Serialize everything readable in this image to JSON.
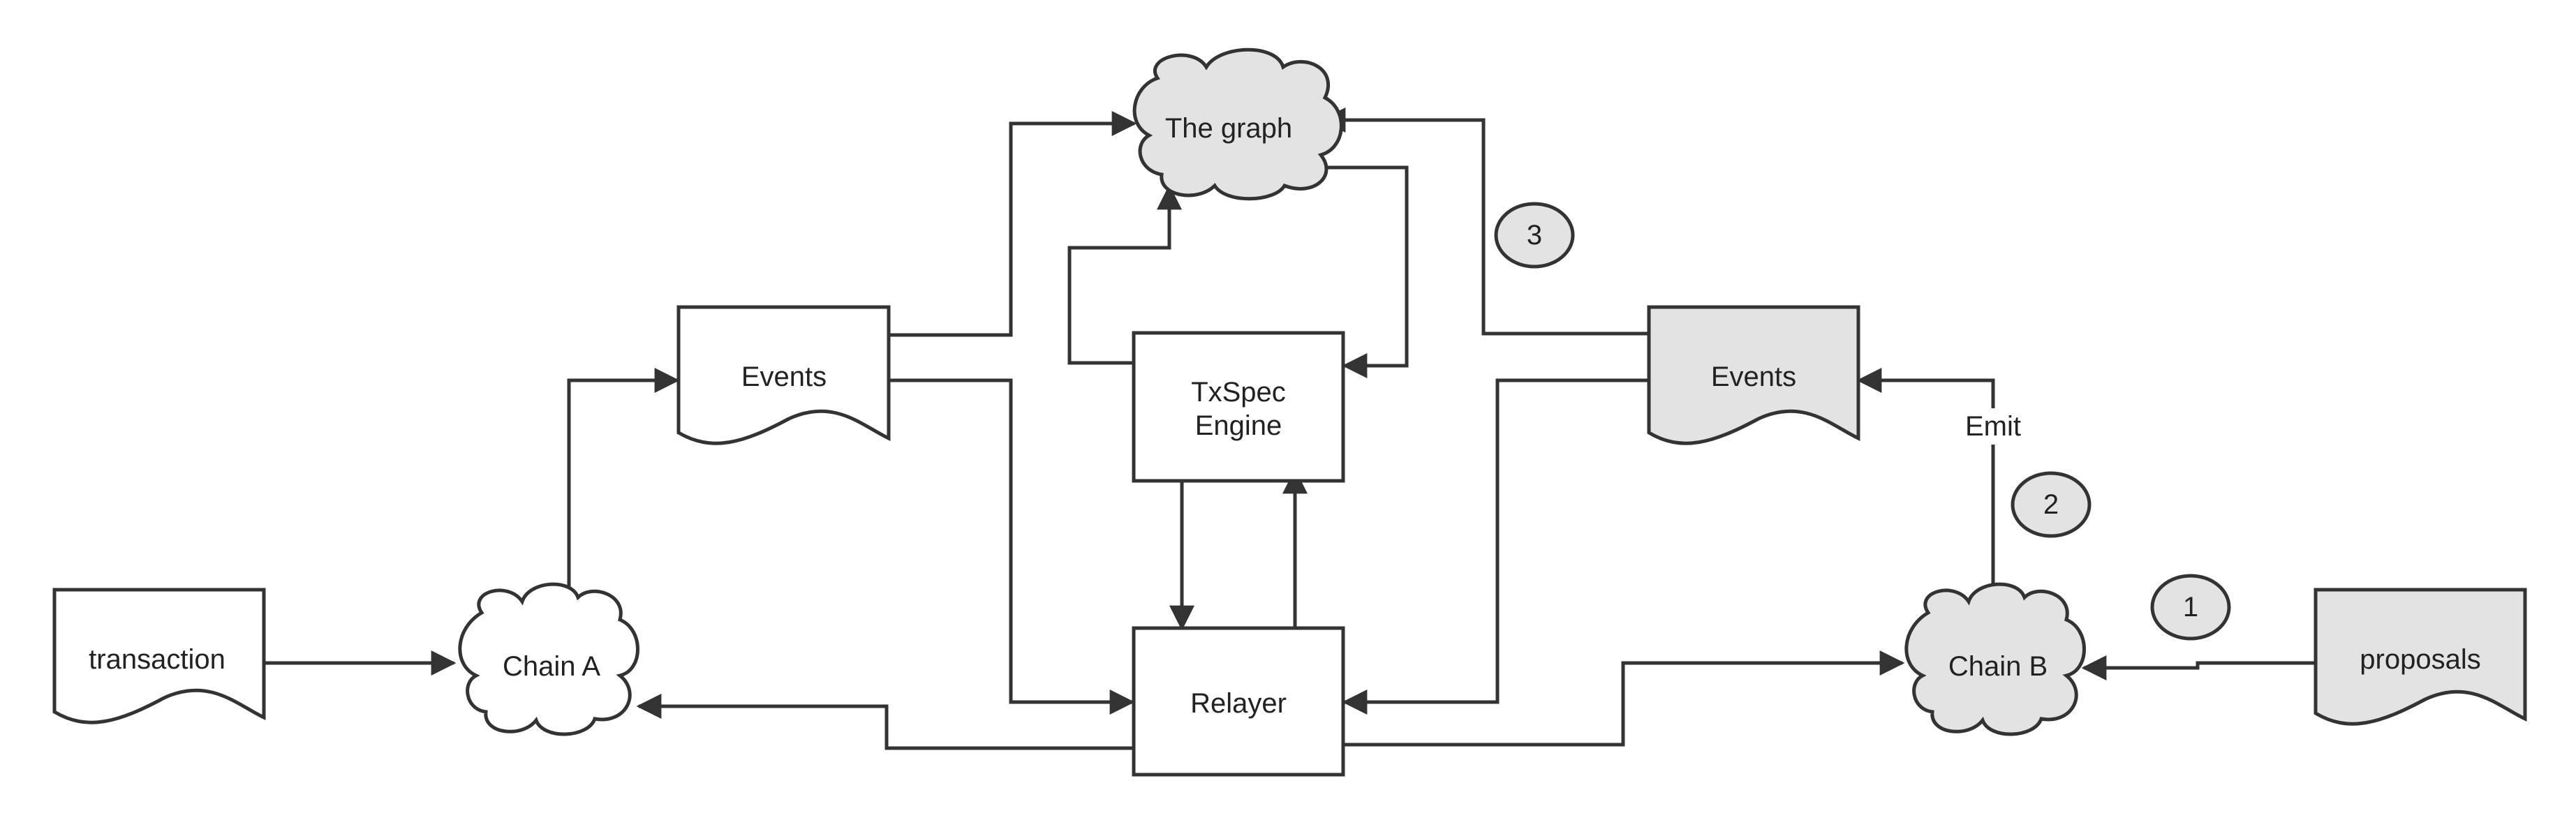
{
  "colors": {
    "stroke": "#333333",
    "fill_white": "#ffffff",
    "fill_gray": "#e3e3e3",
    "text": "#222222"
  },
  "nodes": {
    "transaction": {
      "label": "transaction",
      "shape": "document"
    },
    "chain_a": {
      "label": "Chain A",
      "shape": "cloud"
    },
    "events_left": {
      "label": "Events",
      "shape": "document"
    },
    "the_graph": {
      "label": "The graph",
      "shape": "cloud"
    },
    "txspec_engine": {
      "line1": "TxSpec",
      "line2": "Engine",
      "shape": "rectangle"
    },
    "relayer": {
      "label": "Relayer",
      "shape": "rectangle"
    },
    "events_right": {
      "label": "Events",
      "shape": "document"
    },
    "chain_b": {
      "label": "Chain B",
      "shape": "cloud"
    },
    "proposals": {
      "label": "proposals",
      "shape": "document"
    },
    "step_1": {
      "label": "1",
      "shape": "ellipse"
    },
    "step_2": {
      "label": "2",
      "shape": "ellipse"
    },
    "step_3": {
      "label": "3",
      "shape": "ellipse"
    }
  },
  "edges": [
    {
      "from": "transaction",
      "to": "chain_a"
    },
    {
      "from": "chain_a",
      "to": "events_left"
    },
    {
      "from": "events_left",
      "to": "the_graph"
    },
    {
      "from": "events_left",
      "to": "relayer"
    },
    {
      "from": "txspec_engine",
      "to": "the_graph"
    },
    {
      "from": "the_graph",
      "to": "txspec_engine"
    },
    {
      "from": "txspec_engine",
      "to": "relayer"
    },
    {
      "from": "relayer",
      "to": "txspec_engine"
    },
    {
      "from": "relayer",
      "to": "chain_a"
    },
    {
      "from": "relayer",
      "to": "chain_b"
    },
    {
      "from": "events_right",
      "to": "the_graph"
    },
    {
      "from": "events_right",
      "to": "relayer"
    },
    {
      "from": "chain_b",
      "to": "events_right",
      "label": "Emit"
    },
    {
      "from": "proposals",
      "to": "chain_b"
    }
  ]
}
